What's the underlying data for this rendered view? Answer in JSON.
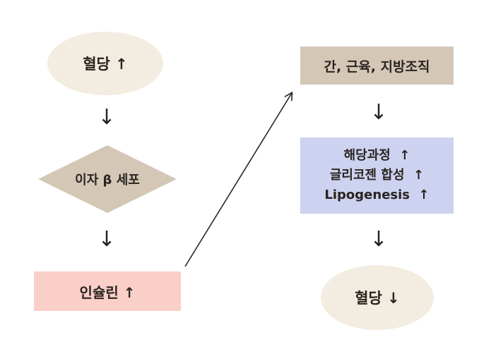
{
  "nodes": {
    "blood_sugar_up": "혈당 ↑",
    "beta_cells": "이자 β 세포",
    "insulin_up": "인슐린 ↑",
    "target_tissues": "간, 근육, 지방조직",
    "effects": [
      "해당과정  ↑",
      "글리코젠 합성  ↑",
      "Lipogenesis  ↑"
    ],
    "blood_sugar_down": "혈당 ↓"
  },
  "arrows": {
    "down": "↓"
  },
  "colors": {
    "ellipse_fill": "#f3ece0",
    "diamond_fill": "#d4c7b6",
    "insulin_fill": "#f9cfc8",
    "tissue_fill": "#d4c7b6",
    "effects_fill": "#cdd2f0",
    "line": "#2a2420"
  }
}
